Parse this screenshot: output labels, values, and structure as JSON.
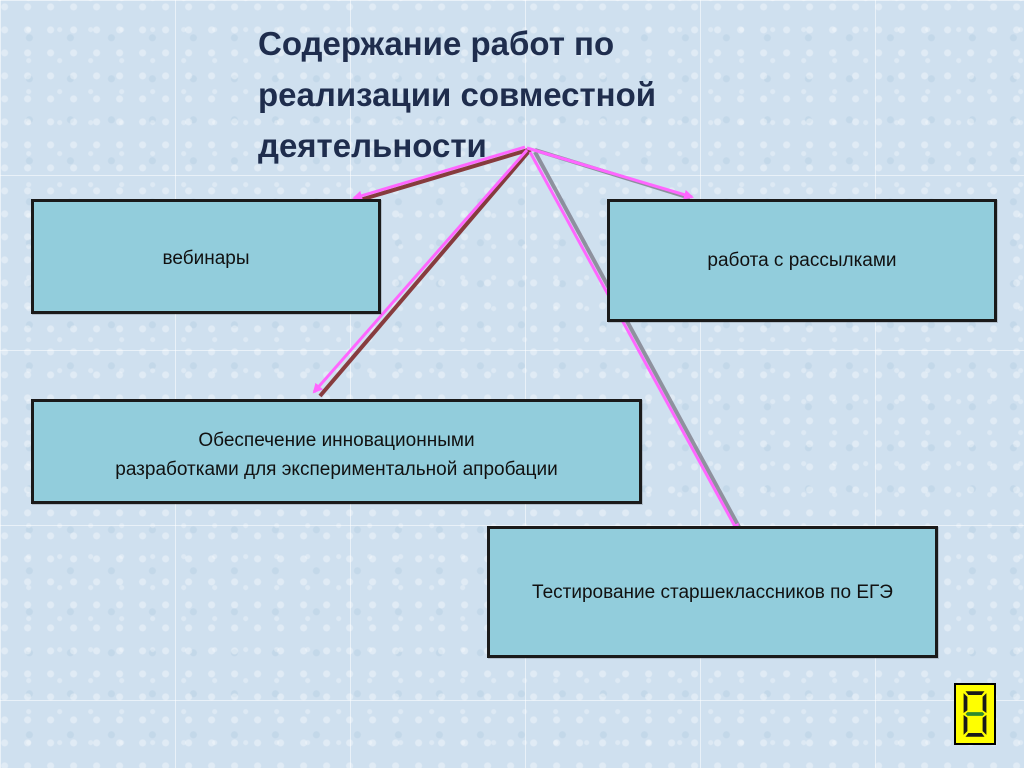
{
  "slide": {
    "title": "Содержание работ по реализации совместной деятельности"
  },
  "boxes": [
    {
      "text": "вебинары"
    },
    {
      "text": "работа с рассылками"
    },
    {
      "text": "Обеспечение инновационными\nразработками для экспериментальной апробации"
    },
    {
      "text": "Тестирование старшеклассников по ЕГЭ"
    }
  ],
  "colors": {
    "box_fill": "#92cddc",
    "arrow_pink": "#ff66ff",
    "arrow_dark": "#8b1a1a",
    "title": "#1f2d4d",
    "counter_bg": "#ffff00"
  },
  "icons": {
    "counter": "seven-segment-digit-icon"
  }
}
